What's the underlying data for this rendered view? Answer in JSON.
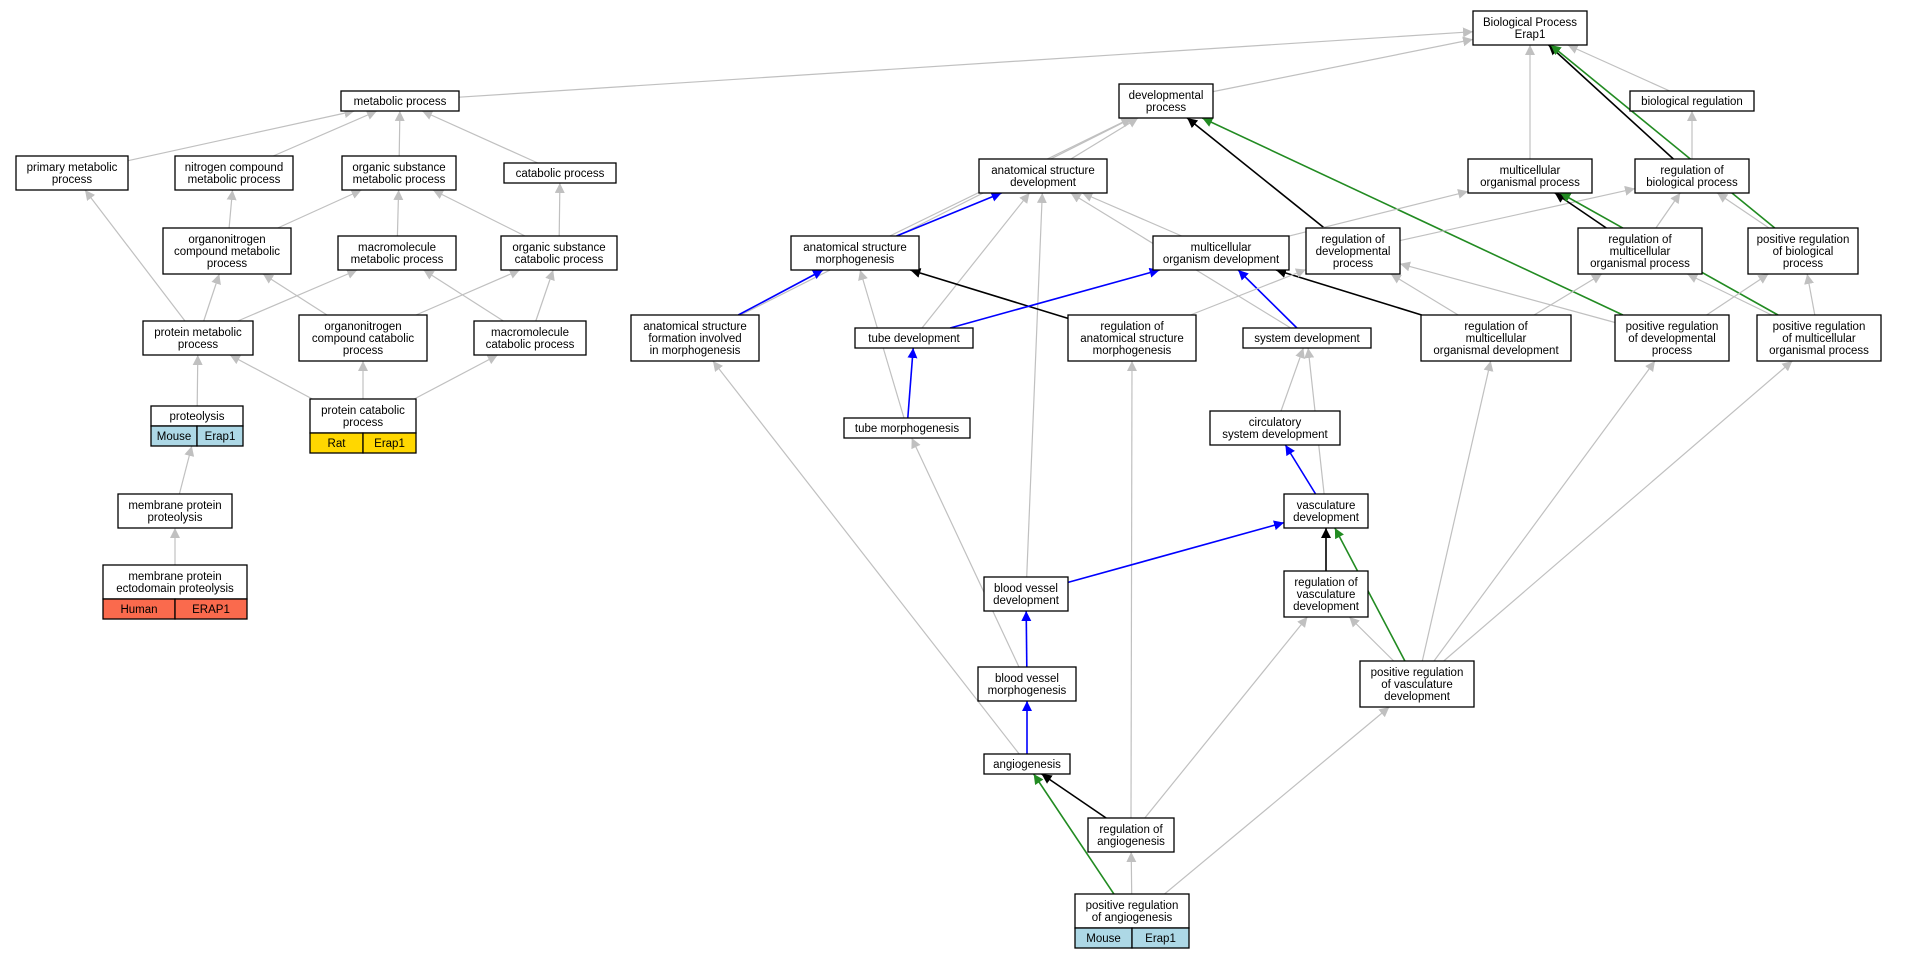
{
  "nodes": {
    "bp_root": [
      "Biological Process",
      "Erap1"
    ],
    "metabolic": [
      "metabolic process"
    ],
    "developmental": [
      "developmental",
      "process"
    ],
    "biological_regulation": [
      "biological regulation"
    ],
    "primary_metabolic": [
      "primary metabolic",
      "process"
    ],
    "nitrogen_compound": [
      "nitrogen compound",
      "metabolic process"
    ],
    "organic_substance_metabolic": [
      "organic substance",
      "metabolic process"
    ],
    "catabolic": [
      "catabolic process"
    ],
    "anatomical_structure_development": [
      "anatomical structure",
      "development"
    ],
    "multicellular_organismal": [
      "multicellular",
      "organismal process"
    ],
    "regulation_biological": [
      "regulation of",
      "biological process"
    ],
    "organonitrogen_metabolic": [
      "organonitrogen",
      "compound metabolic",
      "process"
    ],
    "macromolecule_metabolic": [
      "macromolecule",
      "metabolic process"
    ],
    "organic_substance_catabolic": [
      "organic substance",
      "catabolic process"
    ],
    "anatomical_structure_morphogenesis": [
      "anatomical structure",
      "morphogenesis"
    ],
    "multicellular_organism_development": [
      "multicellular",
      "organism development"
    ],
    "regulation_developmental": [
      "regulation of",
      "developmental",
      "process"
    ],
    "regulation_multicellular_organismal": [
      "regulation of",
      "multicellular",
      "organismal process"
    ],
    "positive_regulation_biological": [
      "positive regulation",
      "of biological",
      "process"
    ],
    "protein_metabolic": [
      "protein metabolic",
      "process"
    ],
    "organonitrogen_catabolic": [
      "organonitrogen",
      "compound catabolic",
      "process"
    ],
    "macromolecule_catabolic": [
      "macromolecule",
      "catabolic process"
    ],
    "anatomical_structure_formation": [
      "anatomical structure",
      "formation involved",
      "in morphogenesis"
    ],
    "tube_development": [
      "tube development"
    ],
    "regulation_anatomical_morphogenesis": [
      "regulation of",
      "anatomical structure",
      "morphogenesis"
    ],
    "system_development": [
      "system development"
    ],
    "regulation_multicellular_development": [
      "regulation of",
      "multicellular",
      "organismal development"
    ],
    "positive_regulation_developmental": [
      "positive regulation",
      "of developmental",
      "process"
    ],
    "positive_regulation_multicellular": [
      "positive regulation",
      "of multicellular",
      "organismal process"
    ],
    "proteolysis": [
      "proteolysis"
    ],
    "protein_catabolic": [
      "protein catabolic",
      "process"
    ],
    "tube_morphogenesis": [
      "tube morphogenesis"
    ],
    "circulatory_system": [
      "circulatory",
      "system development"
    ],
    "membrane_protein_proteolysis": [
      "membrane protein",
      "proteolysis"
    ],
    "vasculature_development": [
      "vasculature",
      "development"
    ],
    "membrane_protein_ectodomain": [
      "membrane protein",
      "ectodomain proteolysis"
    ],
    "blood_vessel_development": [
      "blood vessel",
      "development"
    ],
    "regulation_vasculature": [
      "regulation of",
      "vasculature",
      "development"
    ],
    "blood_vessel_morphogenesis": [
      "blood vessel",
      "morphogenesis"
    ],
    "positive_regulation_vasculature": [
      "positive regulation",
      "of vasculature",
      "development"
    ],
    "angiogenesis": [
      "angiogenesis"
    ],
    "regulation_angiogenesis": [
      "regulation of",
      "angiogenesis"
    ],
    "positive_regulation_angiogenesis": [
      "positive regulation",
      "of angiogenesis"
    ]
  },
  "annotations": {
    "proteolysis": {
      "species": "Mouse",
      "gene": "Erap1",
      "color": "#add8e6"
    },
    "protein_catabolic": {
      "species": "Rat",
      "gene": "Erap1",
      "color": "#ffd700"
    },
    "membrane_protein_ectodomain": {
      "species": "Human",
      "gene": "ERAP1",
      "color": "#fa6a4d"
    },
    "positive_regulation_angiogenesis": {
      "species": "Mouse",
      "gene": "Erap1",
      "color": "#add8e6"
    }
  },
  "edge_colors": {
    "is_a": "#c0c0c0",
    "part_of": "#0000ff",
    "regulates": "#000000",
    "positively_regulates": "#228b22"
  },
  "edges": [
    {
      "from": "metabolic",
      "to": "bp_root",
      "type": "is_a"
    },
    {
      "from": "developmental",
      "to": "bp_root",
      "type": "is_a"
    },
    {
      "from": "biological_regulation",
      "to": "bp_root",
      "type": "is_a"
    },
    {
      "from": "multicellular_organismal",
      "to": "bp_root",
      "type": "is_a"
    },
    {
      "from": "regulation_biological",
      "to": "bp_root",
      "type": "regulates"
    },
    {
      "from": "positive_regulation_biological",
      "to": "bp_root",
      "type": "positively_regulates"
    },
    {
      "from": "primary_metabolic",
      "to": "metabolic",
      "type": "is_a"
    },
    {
      "from": "nitrogen_compound",
      "to": "metabolic",
      "type": "is_a"
    },
    {
      "from": "organic_substance_metabolic",
      "to": "metabolic",
      "type": "is_a"
    },
    {
      "from": "catabolic",
      "to": "metabolic",
      "type": "is_a"
    },
    {
      "from": "anatomical_structure_development",
      "to": "developmental",
      "type": "is_a"
    },
    {
      "from": "anatomical_structure_formation",
      "to": "developmental",
      "type": "is_a"
    },
    {
      "from": "anatomical_structure_morphogenesis",
      "to": "developmental",
      "type": "is_a"
    },
    {
      "from": "regulation_developmental",
      "to": "developmental",
      "type": "regulates"
    },
    {
      "from": "positive_regulation_developmental",
      "to": "developmental",
      "type": "positively_regulates"
    },
    {
      "from": "regulation_biological",
      "to": "biological_regulation",
      "type": "is_a"
    },
    {
      "from": "organonitrogen_metabolic",
      "to": "nitrogen_compound",
      "type": "is_a"
    },
    {
      "from": "organonitrogen_metabolic",
      "to": "organic_substance_metabolic",
      "type": "is_a"
    },
    {
      "from": "macromolecule_metabolic",
      "to": "organic_substance_metabolic",
      "type": "is_a"
    },
    {
      "from": "organic_substance_catabolic",
      "to": "organic_substance_metabolic",
      "type": "is_a"
    },
    {
      "from": "organic_substance_catabolic",
      "to": "catabolic",
      "type": "is_a"
    },
    {
      "from": "anatomical_structure_morphogenesis",
      "to": "anatomical_structure_development",
      "type": "part_of"
    },
    {
      "from": "multicellular_organism_development",
      "to": "anatomical_structure_development",
      "type": "is_a"
    },
    {
      "from": "tube_development",
      "to": "anatomical_structure_development",
      "type": "is_a"
    },
    {
      "from": "blood_vessel_development",
      "to": "anatomical_structure_development",
      "type": "is_a"
    },
    {
      "from": "system_development",
      "to": "anatomical_structure_development",
      "type": "is_a"
    },
    {
      "from": "multicellular_organism_development",
      "to": "multicellular_organismal",
      "type": "is_a"
    },
    {
      "from": "regulation_developmental",
      "to": "regulation_biological",
      "type": "is_a"
    },
    {
      "from": "regulation_multicellular_organismal",
      "to": "regulation_biological",
      "type": "is_a"
    },
    {
      "from": "positive_regulation_biological",
      "to": "regulation_biological",
      "type": "is_a"
    },
    {
      "from": "regulation_multicellular_organismal",
      "to": "multicellular_organismal",
      "type": "regulates"
    },
    {
      "from": "positive_regulation_multicellular",
      "to": "multicellular_organismal",
      "type": "positively_regulates"
    },
    {
      "from": "protein_metabolic",
      "to": "primary_metabolic",
      "type": "is_a"
    },
    {
      "from": "protein_metabolic",
      "to": "organonitrogen_metabolic",
      "type": "is_a"
    },
    {
      "from": "protein_metabolic",
      "to": "macromolecule_metabolic",
      "type": "is_a"
    },
    {
      "from": "organonitrogen_catabolic",
      "to": "organonitrogen_metabolic",
      "type": "is_a"
    },
    {
      "from": "organonitrogen_catabolic",
      "to": "organic_substance_catabolic",
      "type": "is_a"
    },
    {
      "from": "macromolecule_catabolic",
      "to": "macromolecule_metabolic",
      "type": "is_a"
    },
    {
      "from": "macromolecule_catabolic",
      "to": "organic_substance_catabolic",
      "type": "is_a"
    },
    {
      "from": "anatomical_structure_formation",
      "to": "anatomical_structure_morphogenesis",
      "type": "part_of"
    },
    {
      "from": "tube_morphogenesis",
      "to": "anatomical_structure_morphogenesis",
      "type": "is_a"
    },
    {
      "from": "regulation_anatomical_morphogenesis",
      "to": "anatomical_structure_morphogenesis",
      "type": "regulates"
    },
    {
      "from": "tube_development",
      "to": "multicellular_organism_development",
      "type": "part_of"
    },
    {
      "from": "system_development",
      "to": "multicellular_organism_development",
      "type": "part_of"
    },
    {
      "from": "regulation_multicellular_development",
      "to": "multicellular_organism_development",
      "type": "regulates"
    },
    {
      "from": "regulation_anatomical_morphogenesis",
      "to": "regulation_developmental",
      "type": "is_a"
    },
    {
      "from": "regulation_multicellular_development",
      "to": "regulation_developmental",
      "type": "is_a"
    },
    {
      "from": "positive_regulation_developmental",
      "to": "regulation_developmental",
      "type": "is_a"
    },
    {
      "from": "regulation_multicellular_development",
      "to": "regulation_multicellular_organismal",
      "type": "is_a"
    },
    {
      "from": "positive_regulation_multicellular",
      "to": "regulation_multicellular_organismal",
      "type": "is_a"
    },
    {
      "from": "positive_regulation_developmental",
      "to": "positive_regulation_biological",
      "type": "is_a"
    },
    {
      "from": "positive_regulation_multicellular",
      "to": "positive_regulation_biological",
      "type": "is_a"
    },
    {
      "from": "proteolysis",
      "to": "protein_metabolic",
      "type": "is_a"
    },
    {
      "from": "protein_catabolic",
      "to": "protein_metabolic",
      "type": "is_a"
    },
    {
      "from": "protein_catabolic",
      "to": "organonitrogen_catabolic",
      "type": "is_a"
    },
    {
      "from": "protein_catabolic",
      "to": "macromolecule_catabolic",
      "type": "is_a"
    },
    {
      "from": "tube_morphogenesis",
      "to": "tube_development",
      "type": "part_of"
    },
    {
      "from": "regulation_angiogenesis",
      "to": "regulation_anatomical_morphogenesis",
      "type": "is_a"
    },
    {
      "from": "circulatory_system",
      "to": "system_development",
      "type": "is_a"
    },
    {
      "from": "vasculature_development",
      "to": "system_development",
      "type": "is_a"
    },
    {
      "from": "positive_regulation_vasculature",
      "to": "regulation_multicellular_development",
      "type": "is_a"
    },
    {
      "from": "positive_regulation_vasculature",
      "to": "positive_regulation_developmental",
      "type": "is_a"
    },
    {
      "from": "positive_regulation_vasculature",
      "to": "positive_regulation_multicellular",
      "type": "is_a"
    },
    {
      "from": "membrane_protein_proteolysis",
      "to": "proteolysis",
      "type": "is_a"
    },
    {
      "from": "blood_vessel_morphogenesis",
      "to": "tube_morphogenesis",
      "type": "is_a"
    },
    {
      "from": "vasculature_development",
      "to": "circulatory_system",
      "type": "part_of"
    },
    {
      "from": "membrane_protein_ectodomain",
      "to": "membrane_protein_proteolysis",
      "type": "is_a"
    },
    {
      "from": "blood_vessel_development",
      "to": "vasculature_development",
      "type": "part_of"
    },
    {
      "from": "regulation_vasculature",
      "to": "vasculature_development",
      "type": "regulates"
    },
    {
      "from": "positive_regulation_vasculature",
      "to": "vasculature_development",
      "type": "positively_regulates"
    },
    {
      "from": "blood_vessel_morphogenesis",
      "to": "blood_vessel_development",
      "type": "part_of"
    },
    {
      "from": "regulation_angiogenesis",
      "to": "regulation_vasculature",
      "type": "is_a"
    },
    {
      "from": "positive_regulation_vasculature",
      "to": "regulation_vasculature",
      "type": "is_a"
    },
    {
      "from": "angiogenesis",
      "to": "blood_vessel_morphogenesis",
      "type": "part_of"
    },
    {
      "from": "positive_regulation_angiogenesis",
      "to": "positive_regulation_vasculature",
      "type": "is_a"
    },
    {
      "from": "angiogenesis",
      "to": "anatomical_structure_formation",
      "type": "is_a"
    },
    {
      "from": "regulation_angiogenesis",
      "to": "angiogenesis",
      "type": "regulates"
    },
    {
      "from": "positive_regulation_angiogenesis",
      "to": "regulation_angiogenesis",
      "type": "is_a"
    },
    {
      "from": "positive_regulation_angiogenesis",
      "to": "angiogenesis",
      "type": "positively_regulates"
    }
  ]
}
